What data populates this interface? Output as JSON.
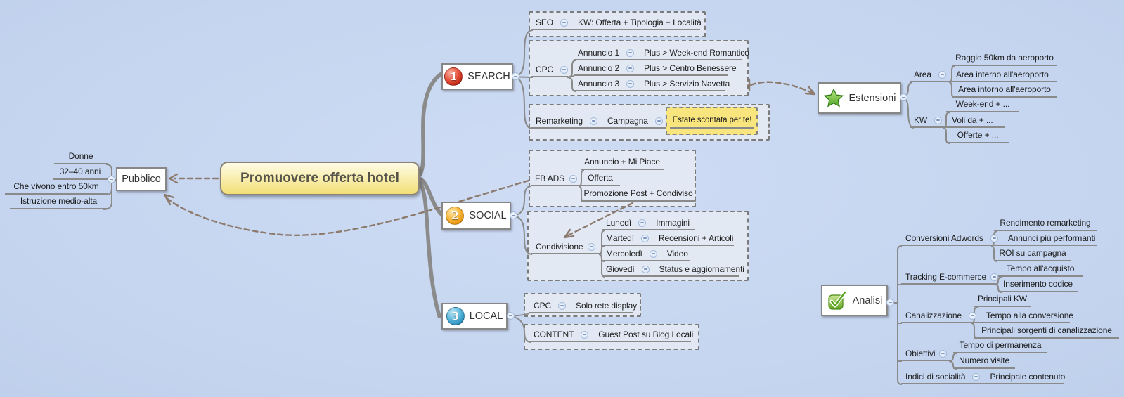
{
  "map": {
    "central": "Promuovere offerta hotel",
    "pubblico": {
      "label": "Pubblico",
      "items": [
        "Donne",
        "32–40 anni",
        "Che vivono entro 50km",
        "Istruzione medio-alta"
      ]
    },
    "search": {
      "label": "SEARCH",
      "badge": "1",
      "seo": {
        "label": "SEO",
        "kw": "KW: Offerta + Tipologia + Località"
      },
      "cpc": {
        "label": "CPC",
        "ads": [
          {
            "label": "Annuncio 1",
            "plus": "Plus > Week-end Romantico"
          },
          {
            "label": "Annuncio 2",
            "plus": "Plus > Centro Benessere"
          },
          {
            "label": "Annuncio 3",
            "plus": "Plus > Servizio Navetta"
          }
        ]
      },
      "remarketing": {
        "label": "Remarketing",
        "campagna": "Campagna",
        "estate": "Estate scontata per te!"
      }
    },
    "estensioni": {
      "label": "Estensioni",
      "area": {
        "label": "Area",
        "items": [
          "Raggio 50km da aeroporto",
          "Area interno all'aeroporto",
          "Area intorno all'aeroporto"
        ]
      },
      "kw": {
        "label": "KW",
        "items": [
          "Week-end + ...",
          "Voli da + ...",
          "Offerte + ..."
        ]
      }
    },
    "social": {
      "label": "SOCIAL",
      "badge": "2",
      "fbads": {
        "label": "FB ADS",
        "items": [
          "Annuncio + Mi Piace",
          "Offerta",
          "Promozione Post + Condiviso"
        ]
      },
      "condivisione": {
        "label": "Condivisione",
        "days": [
          {
            "day": "Lunedì",
            "content": "Immagini"
          },
          {
            "day": "Martedì",
            "content": "Recensioni + Articoli"
          },
          {
            "day": "Mercoledì",
            "content": "Video"
          },
          {
            "day": "Giovedì",
            "content": "Status e aggiornamenti"
          }
        ]
      }
    },
    "local": {
      "label": "LOCAL",
      "badge": "3",
      "cpc": {
        "label": "CPC",
        "value": "Solo rete display"
      },
      "content": {
        "label": "CONTENT",
        "value": "Guest Post su Blog Locali"
      }
    },
    "analisi": {
      "label": "Analisi",
      "branches": [
        {
          "label": "Conversioni Adwords",
          "items": [
            "Rendimento remarketing",
            "Annunci più performanti",
            "ROI su campagna"
          ]
        },
        {
          "label": "Tracking E-commerce",
          "items": [
            "Tempo all'acquisto",
            "Inserimento codice"
          ]
        },
        {
          "label": "Canalizzazione",
          "items": [
            "Principali KW",
            "Tempo alla conversione",
            "Principali sorgenti di canalizzazione"
          ]
        },
        {
          "label": "Obiettivi",
          "items": [
            "Tempo di permanenza",
            "Numero visite"
          ]
        },
        {
          "label": "Indici di socialità",
          "items": [
            "Principale contenuto"
          ]
        }
      ]
    }
  },
  "colors": {
    "background": "#c7d7f1",
    "central_fill": "#f2de76",
    "highlight_fill": "#f8e57e",
    "badge_1_red": "#cc2a12",
    "badge_2_orange": "#f5a623",
    "badge_3_blue": "#2e8fbe",
    "star_green": "#5aa421",
    "check_green": "#5aa421",
    "line_gray": "#8a8a8a",
    "relationship_brown": "#8c7a6d"
  }
}
